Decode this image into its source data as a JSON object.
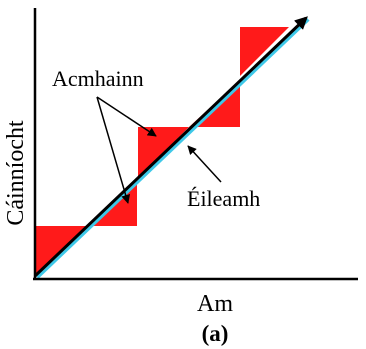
{
  "diagram": {
    "y_axis_label": "Cáinníocht",
    "x_axis_label": "Am",
    "caption": "(a)",
    "supply_label": "Acmhainn",
    "demand_label": "Éileamh",
    "colors": {
      "supply_fill": "#ff1a1a",
      "demand_line": "#000000",
      "demand_line_highlight": "#3ec8e8",
      "axes": "#000000",
      "background": "#ffffff"
    }
  }
}
